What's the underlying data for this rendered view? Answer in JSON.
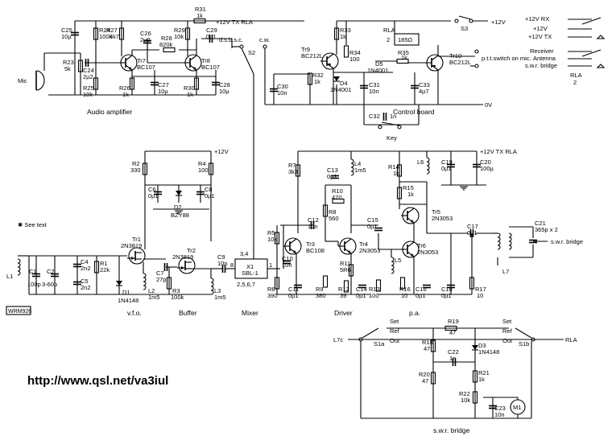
{
  "sections": {
    "audio_amplifier": "Audio amplifier",
    "control_board": "Control board",
    "vfo": "v.f.o.",
    "buffer": "Buffer",
    "mixer": "Mixer",
    "driver": "Driver",
    "pa": "p.a.",
    "swr_bridge": "s.w.r. bridge"
  },
  "notes": {
    "see_text": "✱ See text",
    "ref_code": "WRM926",
    "url": "http://www.qsl.net/va3iul"
  },
  "rails": {
    "v12_tx_rla_top": "+12V TX RLA",
    "v12_top": "+12V",
    "v0": "0V",
    "v12_mid": "+12V",
    "v12_tx_rla_mid": "+12V TX RLA",
    "ptt": "p.t.t.switch on mic.",
    "key": "Key",
    "mic": "Mic",
    "dsbsc": "d.s.b.s.c.",
    "cw": "c.w.",
    "swr_bridge_out": "s.w.r. bridge",
    "rla_out": "RLA",
    "l7c": "L7c"
  },
  "relay_legend": {
    "lines": [
      "+12V RX",
      "+12V",
      "+12V TX",
      "Receiver",
      "Antenna",
      "s.w.r. bridge"
    ],
    "label": "RLA",
    "sub": "2"
  },
  "parts": {
    "r31": "R31",
    "r31v": "1k",
    "c25": "C25",
    "c25v": "10µ",
    "r24": "R24",
    "r24v": "100k",
    "r27": "R27",
    "r27v": "4k7",
    "c26": "C26",
    "c26v": "2µ2",
    "r28": "R28",
    "r28v": "820k",
    "r29": "R29",
    "r29v": "10k",
    "c29": "C29",
    "c29v": "0µ1",
    "r23": "R23",
    "r23v": "5k",
    "c24": "C24",
    "c24v": "2µ2",
    "tr7": "Tr7",
    "tr7v": "BC107",
    "tr8": "Tr8",
    "tr8v": "BC107",
    "r25": "R25",
    "r25v": "10k",
    "r26": "R26",
    "r26v": "1k",
    "c27": "C27",
    "c27v": "10µ",
    "r30": "R30",
    "r30v": "1k",
    "c28": "C28",
    "c28v": "10µ",
    "s2": "S2",
    "c30": "C30",
    "c30v": "10n",
    "r33": "R33",
    "r33v": "1k",
    "rla_box": "RLA",
    "rla_sub": "2",
    "rla_ohm": "185Ω",
    "s3": "S3",
    "tr9": "Tr9",
    "tr9v": "BC212L",
    "r34": "R34",
    "r34v": "100",
    "r32": "R32",
    "r32v": "1k",
    "d4": "D4",
    "d4v": "1N4001",
    "d5": "D5",
    "d5v": "1N4001",
    "r35": "R35",
    "r35v": "1k",
    "tr10": "Tr10",
    "tr10v": "BC212L",
    "c31": "C31",
    "c31v": "10n",
    "c33": "C33",
    "c33v": "4µ7",
    "c32": "C32",
    "c32v": "1n",
    "r2": "R2",
    "r2v": "330",
    "r4": "R4",
    "r4v": "100",
    "c6": "C6",
    "c6v": "0µ1",
    "d2": "D2",
    "d2v": "BZY88",
    "c8": "C8",
    "c8v": "0µ1",
    "tr1": "Tr1",
    "tr1v": "2N3819",
    "tr2": "Tr2",
    "tr2v": "2N3819",
    "l1": "L1",
    "c1": "C1",
    "c1v": "100p",
    "c2": "C2",
    "c2v": "3-60p",
    "c4": "C4",
    "c4v": "2n2",
    "r1": "R1",
    "r1v": "22k",
    "c5": "C5",
    "c5v": "2n2",
    "d1": "D1",
    "d1v": "1N4148",
    "l2": "L2",
    "l2v": "1m5",
    "c7": "C7",
    "c7v": "27p",
    "r3": "R3",
    "r3v": "100k",
    "c9": "C9",
    "c9v": "10n",
    "l3": "L3",
    "l3v": "1m5",
    "x1": "X1",
    "x1v": "SBL-1",
    "x1p1": "3,4",
    "x1p2": "8",
    "x1p3": "2,5,6,7",
    "x1p4": "1",
    "r7": "R7",
    "r7v": "3k3",
    "c13": "C13",
    "c13v": "0µ1",
    "l4": "L4",
    "l4v": "1m5",
    "r10": "R10",
    "r10v": "470",
    "r8": "R8",
    "r8v": "560",
    "c12": "C12",
    "c12v": "10n",
    "r5": "R5",
    "r5v": "10k",
    "tr3": "Tr3",
    "tr3v": "BC108",
    "c10": "C10",
    "c10v": "10n",
    "r6": "R6",
    "r6v": "390",
    "c11": "C11",
    "c11v": "0µ1",
    "r9": "R9",
    "r9v": "380",
    "c15": "C15",
    "c15v": "0µ1",
    "tr4": "Tr4",
    "tr4v": "2N3053",
    "r11": "R11",
    "r11v": "5R6",
    "r12": "R12",
    "r12v": "39",
    "c14": "C14",
    "c14v": "0µ1",
    "r13": "R13",
    "r13v": "100",
    "l5": "L5",
    "r14": "R14",
    "r14v": "1k",
    "c19": "C19",
    "c19v": "0µ1",
    "c20": "C20",
    "c20v": "100µ",
    "l6": "L6",
    "r15": "R15",
    "r15v": "1k",
    "tr5": "Tr5",
    "tr5v": "2N3053",
    "tr6": "Tr6",
    "tr6v": "2N3053",
    "c17": "C17",
    "c17v": "0µ1",
    "c21": "C21",
    "c21v": "365p x 2",
    "l7": "L7",
    "r16": "R16",
    "r16v": "10",
    "c16": "C16",
    "c16v": "0µ1",
    "c18": "C18",
    "c18v": "0µ1",
    "r17": "R17",
    "r17v": "10",
    "r19": "R19",
    "r19v": "47",
    "r18": "R18",
    "r18v": "47",
    "c22": "C22",
    "c22v": "1n",
    "d3": "D3",
    "d3v": "1N4148",
    "r20": "R20",
    "r20v": "47",
    "r21": "R21",
    "r21v": "1k",
    "r22": "R22",
    "r22v": "10k",
    "c23": "C23",
    "c23v": "10n",
    "m1": "M1",
    "s1a": "S1a",
    "s1b": "S1b",
    "set1": "Set",
    "ref1": "Ref",
    "out1": "Out",
    "set2": "Set",
    "ref2": "Ref",
    "out2": "Out"
  }
}
